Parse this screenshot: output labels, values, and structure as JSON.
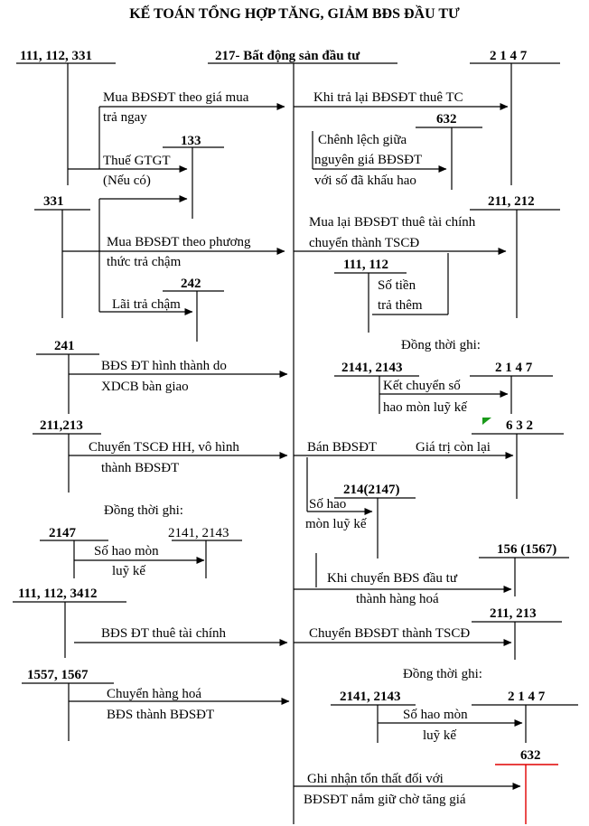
{
  "title": "KẾ TOÁN TỔNG HỢP TĂNG, GIẢM BĐS ĐẦU TƯ",
  "accounts": {
    "a111_112_331": "111, 112, 331",
    "center": "217- Bất động sản đầu tư",
    "a2147_top": "2 1 4 7",
    "a133": "133",
    "a632_a": "632",
    "a331": "331",
    "a211_212": "211, 212",
    "a242": "242",
    "a111_112": "111, 112",
    "a241": "241",
    "a2141_2143_a": "2141, 2143",
    "a2147_mid": "2 1 4 7",
    "a211_213_left": "211,213",
    "a632_b": "6 3 2",
    "a214_2147": "214(2147)",
    "a2147_left": "2147",
    "a2141_2143_left": "2141, 2143",
    "a156_1567": "156 (1567)",
    "a111_112_3412": "111, 112, 3412",
    "a211_213_right": "211, 213",
    "a1557_1567": "1557, 1567",
    "a2141_2143_b": "2141, 2143",
    "a2147_bottom": "2 1 4 7",
    "a632_c": "632"
  },
  "labels": {
    "mua_ngay_1": "Mua BĐSĐT theo giá mua",
    "mua_ngay_2": "trả ngay",
    "thue_gtgt_1": "Thuế GTGT",
    "thue_gtgt_2": "(Nếu có)",
    "tra_lai_tc": "Khi trả lại BĐSĐT thuê TC",
    "chenh_lech_1": "Chênh lệch giữa",
    "chenh_lech_2": "nguyên giá BĐSĐT",
    "chenh_lech_3": "với số đã khấu hao",
    "mua_cham_1": "Mua BĐSĐT theo phương",
    "mua_cham_2": "thức trả chậm",
    "lai_tra_cham": "Lãi trả chậm",
    "mua_lai_1": "Mua lại BĐSĐT thuê tài chính",
    "mua_lai_2": "chuyển thành TSCĐ",
    "so_tien_1": "Số tiền",
    "so_tien_2": "trả thêm",
    "dong_thoi_1": "Đồng thời ghi:",
    "xdcb_1": "BĐS ĐT hình thành do",
    "xdcb_2": "XDCB bàn giao",
    "ket_chuyen_1": "Kết chuyển số",
    "ket_chuyen_2": "hao mòn luỹ kế",
    "chuyen_tscd_1": "Chuyển TSCĐ HH, vô hình",
    "chuyen_tscd_2": "thành BĐSĐT",
    "ban_bdsdt": "Bán BĐSĐT",
    "gia_tri_con_lai": "Giá trị còn lại",
    "dong_thoi_2": "Đồng thời ghi:",
    "so_hao_mon_a1": "Số hao",
    "so_hao_mon_a2": "mòn luỹ kế",
    "so_hao_mon_b1": "Số hao mòn",
    "so_hao_mon_b2": "luỹ kế",
    "hang_hoa_1": "Khi chuyển BĐS đầu tư",
    "hang_hoa_2": "thành hàng hoá",
    "thue_tc": "BĐS ĐT thuê tài chính",
    "chuyen_tscd_r": "Chuyển BĐSĐT thành TSCĐ",
    "hang_hoa_bds_1": "Chuyển hàng hoá",
    "hang_hoa_bds_2": "BĐS thành BĐSĐT",
    "dong_thoi_3": "Đồng thời ghi:",
    "so_hao_mon_c1": "Số hao mòn",
    "so_hao_mon_c2": "luỹ kế",
    "ton_that_1": "Ghi nhận tổn thất đối với",
    "ton_that_2": "BĐSĐT nắm giữ chờ tăng giá"
  },
  "colors": {
    "line": "#000000",
    "highlight": "#e00000",
    "marker": "#1a9a1a"
  }
}
